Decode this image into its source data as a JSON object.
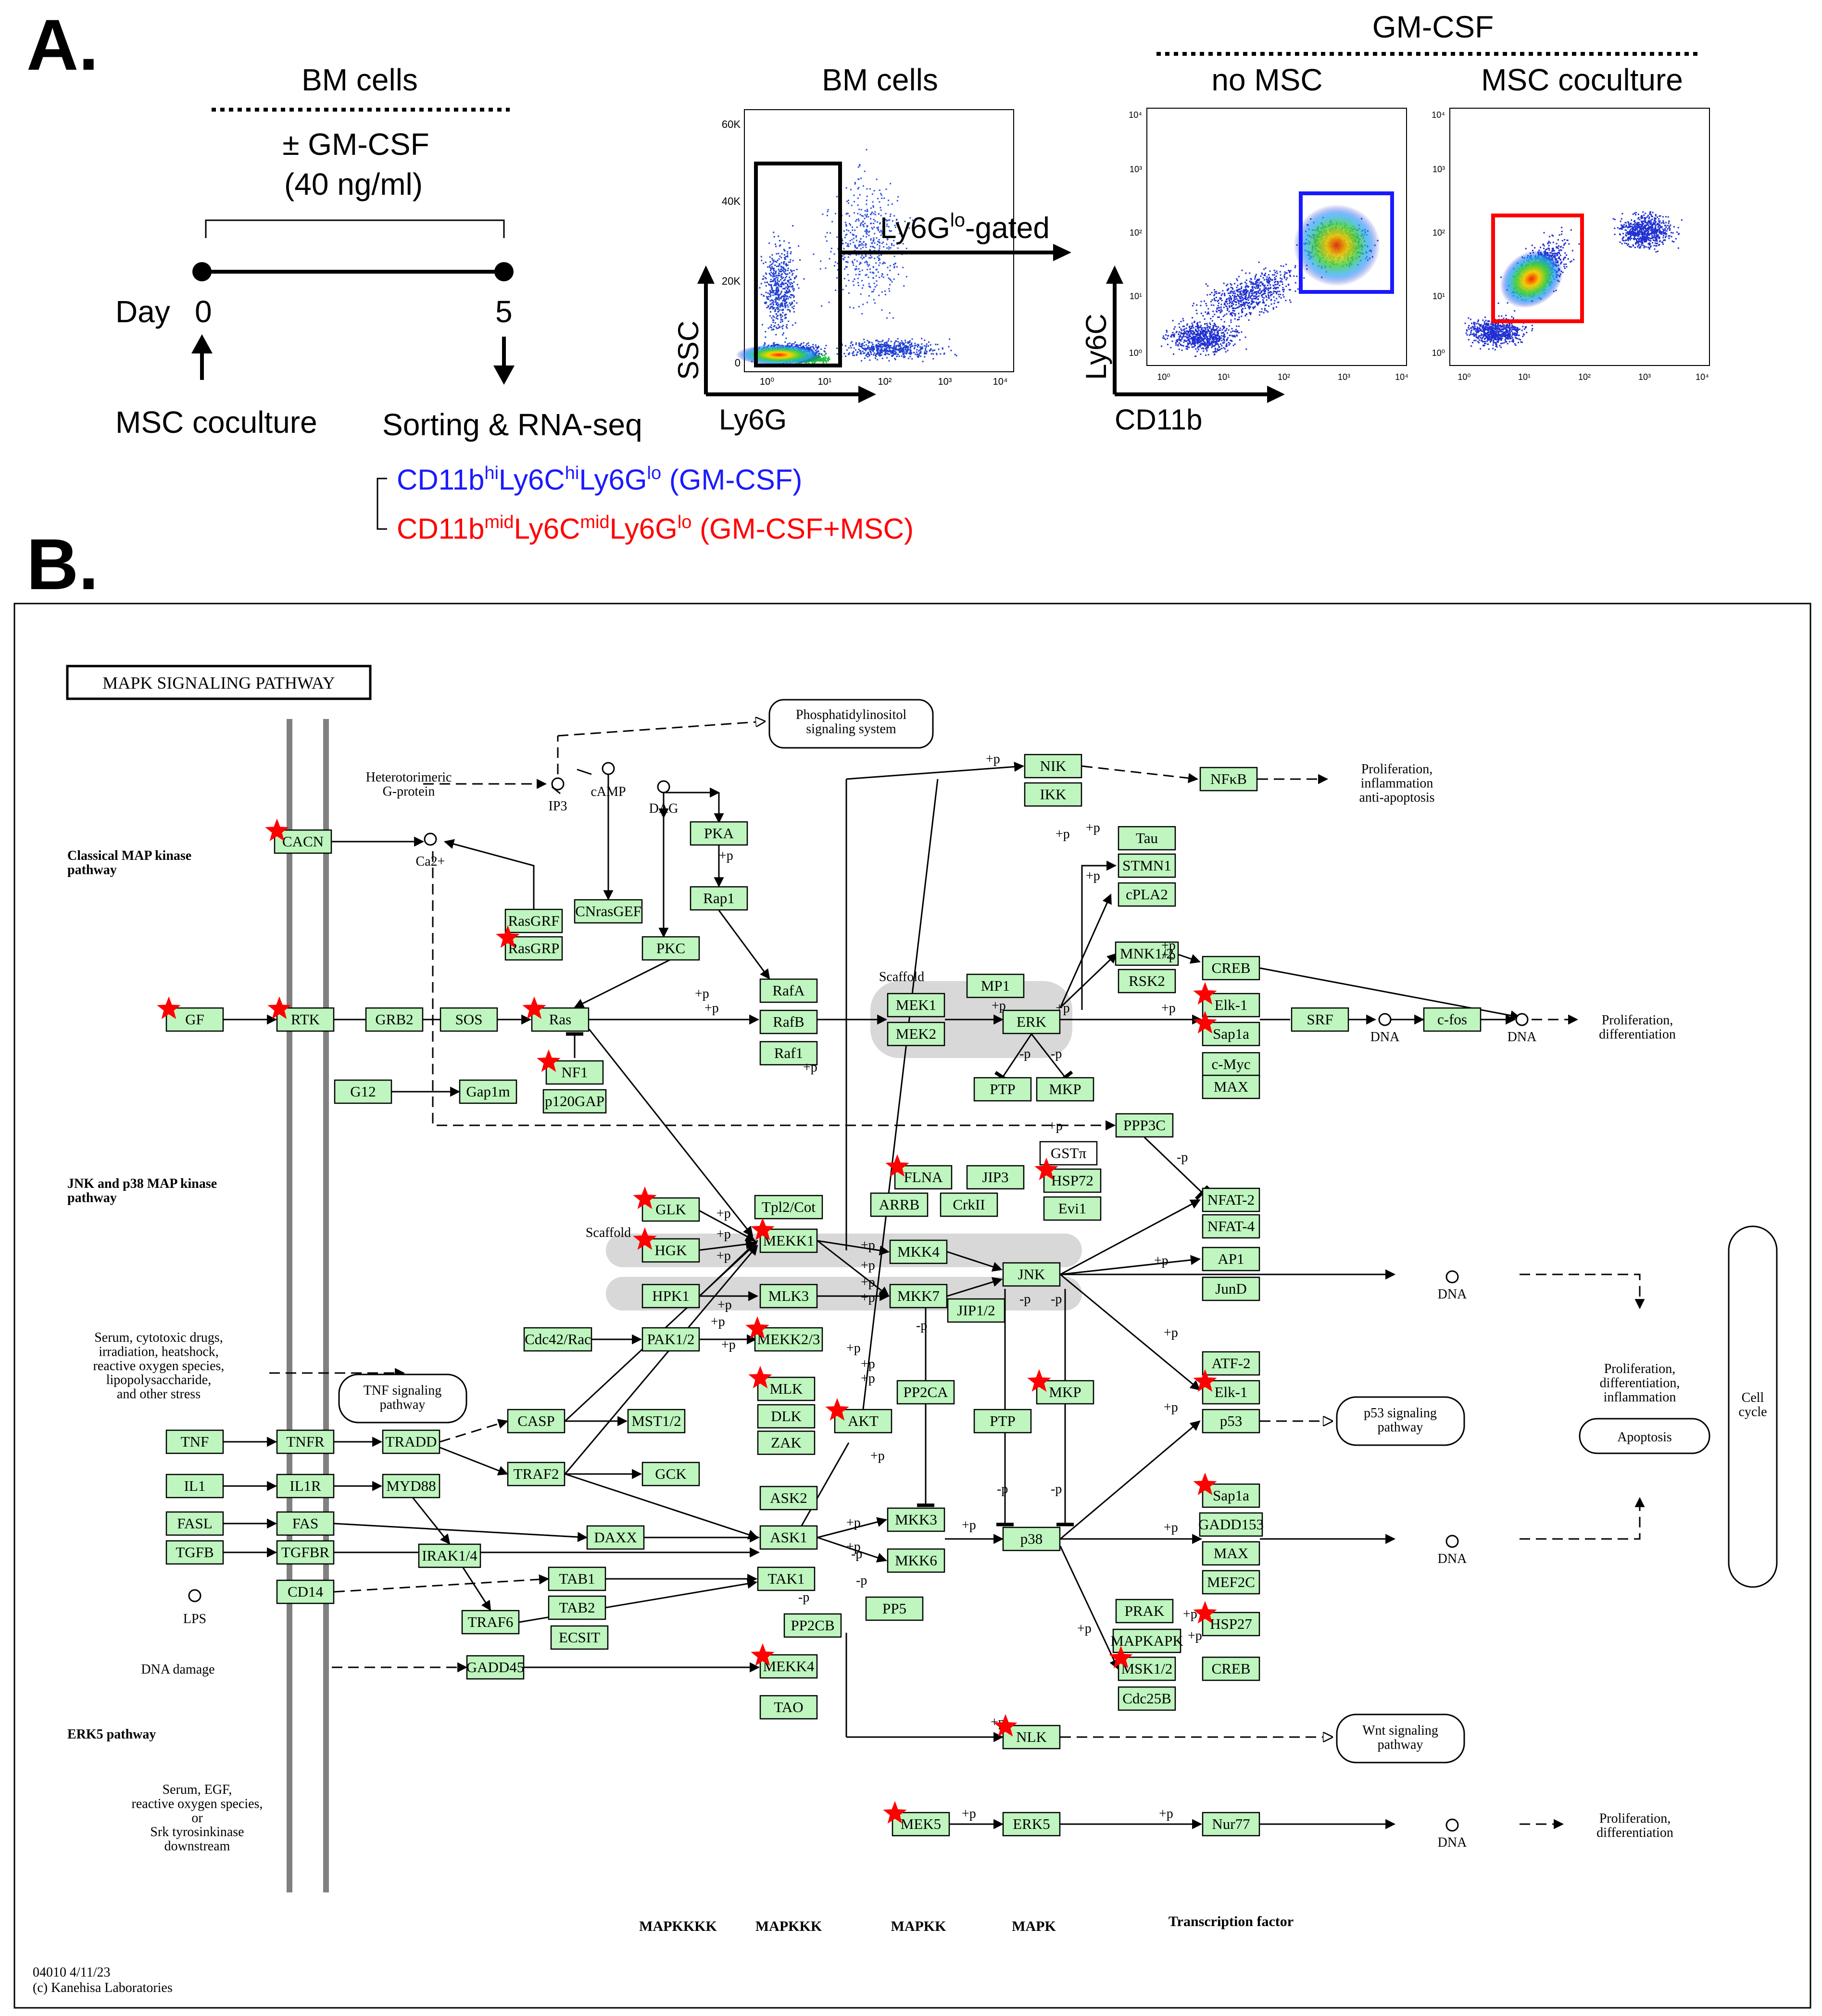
{
  "panel_a": {
    "letter": "A.",
    "timeline": {
      "header": "BM cells",
      "treatment": "± GM-CSF",
      "dose": "(40 ng/ml)",
      "day_label": "Day",
      "day_start": "0",
      "day_end": "5",
      "start_event": "MSC coculture",
      "end_event": "Sorting & RNA-seq"
    },
    "sorted_populations": [
      {
        "base": [
          "CD11b",
          "Ly6C",
          "Ly6G"
        ],
        "sup": [
          "hi",
          "hi",
          "lo"
        ],
        "suffix": " (GM-CSF)",
        "color": "#1a1aff"
      },
      {
        "base": [
          "CD11b",
          "Ly6C",
          "Ly6G"
        ],
        "sup": [
          "mid",
          "mid",
          "lo"
        ],
        "suffix": " (GM-CSF+MSC)",
        "color": "#ff0000"
      }
    ],
    "facs": {
      "plot1_title": "BM cells",
      "plot1_xlabel": "Ly6G",
      "plot1_ylabel": "SSC",
      "plot1_yticks": [
        "60K",
        "40K",
        "20K",
        "0"
      ],
      "plot1_xticks": [
        "10⁰",
        "10¹",
        "10²",
        "10³",
        "10⁴"
      ],
      "gate_arrow_label_base": "Ly6G",
      "gate_arrow_label_sup": "lo",
      "gate_arrow_label_suffix": "-gated",
      "group_title": "GM-CSF",
      "plot2_title": "no MSC",
      "plot3_title": "MSC coculture",
      "xlabel": "CD11b",
      "ylabel": "Ly6C",
      "log_ticks": [
        "10⁰",
        "10¹",
        "10²",
        "10³",
        "10⁴"
      ],
      "log_yticks": [
        "10⁴",
        "10³",
        "10²",
        "10¹",
        "10⁰"
      ],
      "gate_colors": {
        "no_msc": "#1a1aff",
        "msc": "#ff0000",
        "bm": "#000000"
      }
    }
  },
  "panel_b": {
    "letter": "B.",
    "pathway_title": "MAPK SIGNALING PATHWAY",
    "footer_id": "04010 4/11/23",
    "footer_copyright": "(c) Kanehisa Laboratories",
    "section_labels": [
      "Classical MAP kinase pathway",
      "JNK and p38 MAP kinase pathway",
      "ERK5 pathway"
    ],
    "column_labels": [
      "MAPKKKK",
      "MAPKKK",
      "MAPKK",
      "MAPK",
      "Transcription factor"
    ],
    "star_color": "#ff0000",
    "genes": [
      "CACN",
      "GF",
      "RTK",
      "GRB2",
      "SOS",
      "Ras",
      "RasGRF",
      "RasGRP",
      "CNrasGEF",
      "PKC",
      "PKA",
      "Rap1",
      "RafA",
      "RafB",
      "Raf1",
      "NF1",
      "p120GAP",
      "G12",
      "Gap1m",
      "MEK1",
      "MEK2",
      "MP1",
      "ERK",
      "PTP",
      "MKP",
      "NIK",
      "IKK",
      "NFκB",
      "Tau",
      "STMN1",
      "cPLA2",
      "MNK1/2",
      "RSK2",
      "CREB",
      "Elk-1",
      "Sap1a",
      "SRF",
      "c-fos",
      "c-Myc",
      "MAX",
      "PPP3C",
      "NFAT-2",
      "NFAT-4",
      "FLNA",
      "JIP3",
      "ARRB",
      "CrkII",
      "HSP72",
      "Evi1",
      "GSTπ",
      "GLK",
      "HGK",
      "Tpl2/Cot",
      "MEKK1",
      "MKK4",
      "MKK7",
      "JNK",
      "AP1",
      "JunD",
      "HPK1",
      "MLK3",
      "JIP1/2",
      "Cdc42/Rac",
      "PAK1/2",
      "MEKK2/3",
      "MLK",
      "DLK",
      "ZAK",
      "AKT",
      "PP2CA",
      "PTP",
      "MKP",
      "ATF-2",
      "Elk-1",
      "p53",
      "TNF",
      "TNFR",
      "TRADD",
      "CASP",
      "MST1/2",
      "IL1",
      "IL1R",
      "MYD88",
      "TRAF2",
      "GCK",
      "FASL",
      "FAS",
      "TGFB",
      "TGFBR",
      "DAXX",
      "ASK2",
      "ASK1",
      "MKK3",
      "MKK6",
      "p38",
      "Sap1a",
      "GADD153",
      "MAX",
      "MEF2C",
      "IRAK1/4",
      "TAB1",
      "TAB2",
      "TRAF6",
      "ECSIT",
      "TAK1",
      "PP2CB",
      "PP5",
      "CD14",
      "GADD45",
      "MEKK4",
      "TAO",
      "PRAK",
      "MAPKAPK",
      "MSK1/2",
      "HSP27",
      "CREB",
      "Cdc25B",
      "NLK",
      "MEK5",
      "ERK5",
      "Nur77"
    ],
    "external_labels": {
      "phosphatidylinositol": "Phosphatidylinositol signaling system",
      "heterotrimeric": "Heterotorimeric G-protein",
      "ip3": "IP3",
      "camp": "cAMP",
      "dag": "DAG",
      "ca": "Ca2+",
      "prolif1": "Proliferation, inflammation anti-apoptosis",
      "prolif2": "Proliferation, differentiation",
      "dna": "DNA",
      "scaffold": "Scaffold",
      "stress": "Serum, cytotoxic drugs, irradiation, heatshock, reactive oxygen species, lipopolysaccharide, and other stress",
      "tnf_path": "TNF signaling pathway",
      "p53_path": "p53 signaling pathway",
      "wnt_path": "Wnt signaling pathway",
      "prolif3": "Proliferation, differentiation, inflammation",
      "apoptosis": "Apoptosis",
      "cell_cycle": "Cell cycle",
      "lps": "LPS",
      "dna_damage": "DNA damage",
      "erk5_input": "Serum, EGF, reactive oxygen species, or Srk tyrosinkinase downstream",
      "prolif4": "Proliferation, differentiation"
    }
  }
}
